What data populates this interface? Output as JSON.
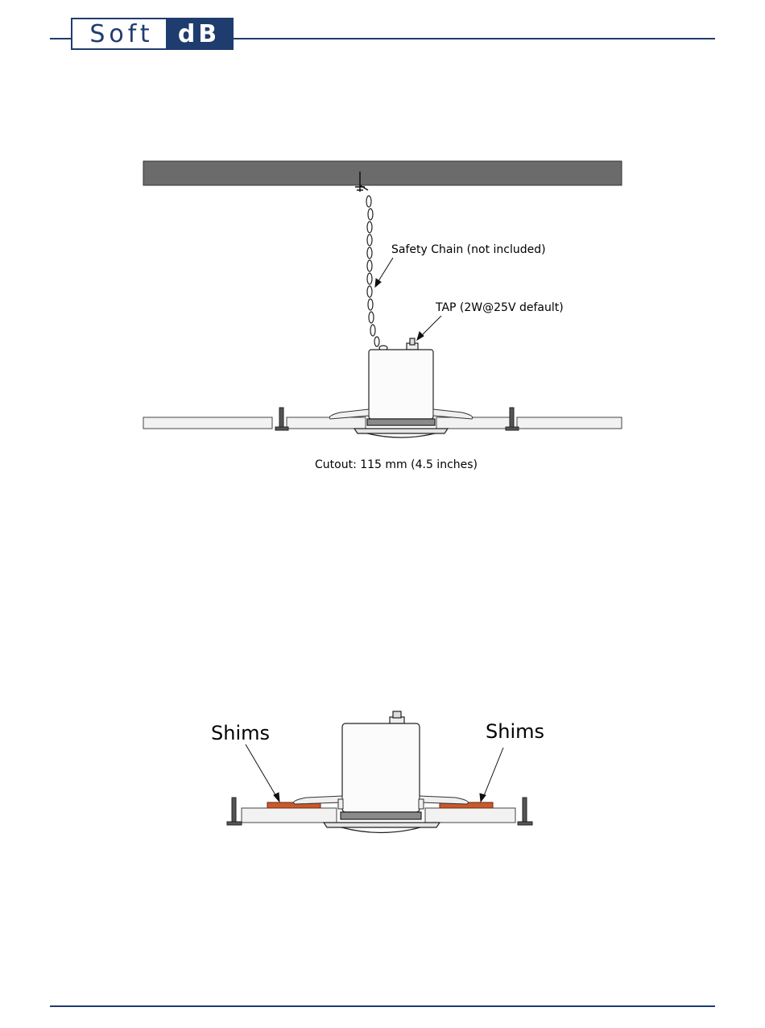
{
  "header": {
    "logo_soft": "Soft",
    "logo_db": "dB",
    "brand_color": "#1f3c6e"
  },
  "figure1": {
    "chain_label": "Safety Chain (not included)",
    "tap_label": "TAP (2W@25V default)",
    "cutout_label": "Cutout: 115 mm (4.5 inches)"
  },
  "figure2": {
    "shims_left": "Shims",
    "shims_right": "Shims",
    "shim_color": "#c8592a"
  }
}
